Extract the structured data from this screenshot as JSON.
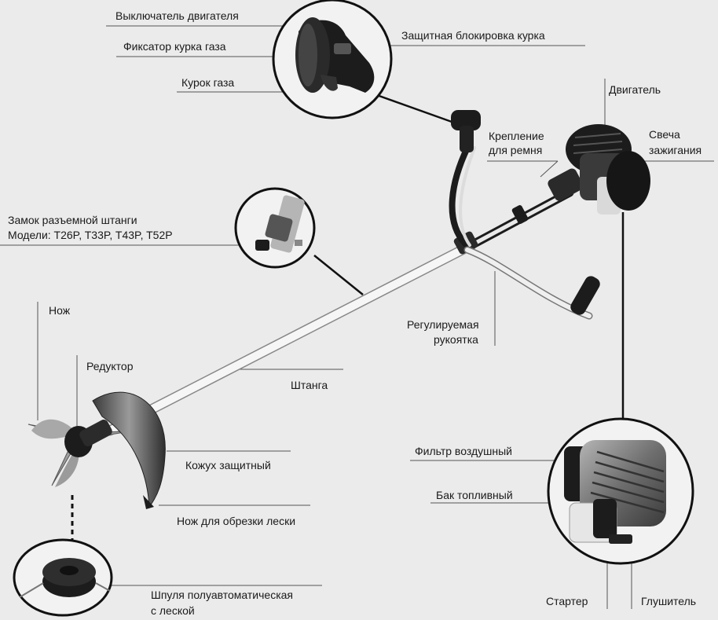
{
  "labels": {
    "engine_switch": "Выключатель двигателя",
    "throttle_lock": "Фиксатор курка газа",
    "throttle_trigger": "Курок газа",
    "trigger_safety": "Защитная блокировка курка",
    "engine": "Двигатель",
    "strap_mount_1": "Крепление",
    "strap_mount_2": "для ремня",
    "spark_plug_1": "Свеча",
    "spark_plug_2": "зажигания",
    "shaft_lock_1": "Замок разъемной штанги",
    "shaft_lock_2": "Модели: T26P, T33P, T43P, T52P",
    "blade": "Нож",
    "gearbox": "Редуктор",
    "adjustable_handle_1": "Регулируемая",
    "adjustable_handle_2": "рукоятка",
    "shaft": "Штанга",
    "guard": "Кожух защитный",
    "line_cutter": "Нож для обрезки лески",
    "air_filter": "Фильтр воздушный",
    "fuel_tank": "Бак топливный",
    "spool_1": "Шпуля полуавтоматическая",
    "spool_2": "с леской",
    "starter": "Стартер",
    "muffler": "Глушитель"
  },
  "colors": {
    "background": "#ebebeb",
    "text": "#1a1a1a",
    "line": "#555555",
    "part_dark": "#1c1c1c",
    "part_metal": "#8a8a8a",
    "shaft": "#f4f4f4"
  }
}
